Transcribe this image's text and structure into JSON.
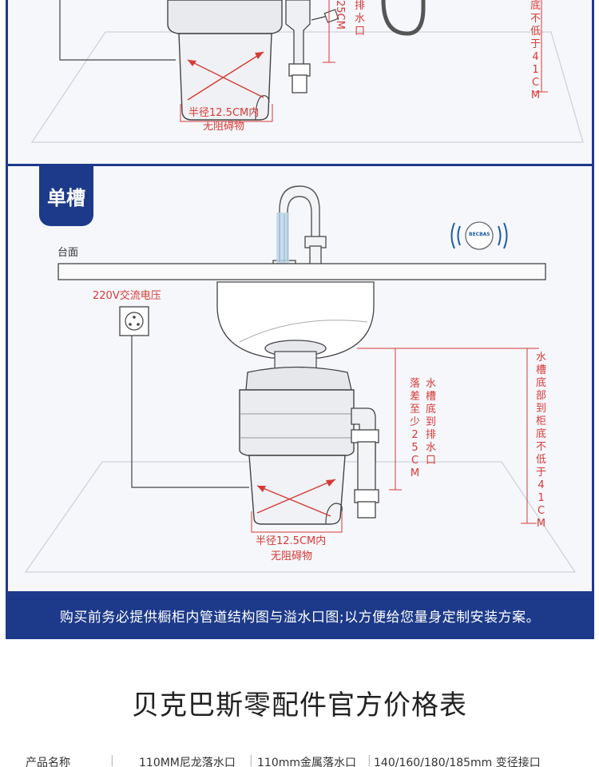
{
  "top_panel": {
    "drain_drop_label": "排水口",
    "drop_cm": "25CM",
    "cabinet_height_label": "底不低于41CM",
    "radius_label_line1": "半径12.5CM内",
    "radius_label_line2": "无阻碍物"
  },
  "single_sink": {
    "tab_label": "单槽",
    "countertop_label": "台面",
    "voltage_label": "220V交流电压",
    "drop_label_col1": "水槽底到排水口",
    "drop_label_col2": "落差至少25CM",
    "cabinet_label": "水槽底部到柜底不低于41CM",
    "radius_label_line1": "半径12.5CM内",
    "radius_label_line2": "无阻碍物",
    "sensor_brand": "BECBAS"
  },
  "notice": "购买前务必提供橱柜内管道结构图与溢水口图;以方便给您量身定制安装方案。",
  "price_table": {
    "title": "贝克巴斯零配件官方价格表",
    "headers": [
      "产品名称",
      "110MM尼龙落水口",
      "110mm金属落水口",
      "140/160/180/185mm  变径接口"
    ]
  }
}
